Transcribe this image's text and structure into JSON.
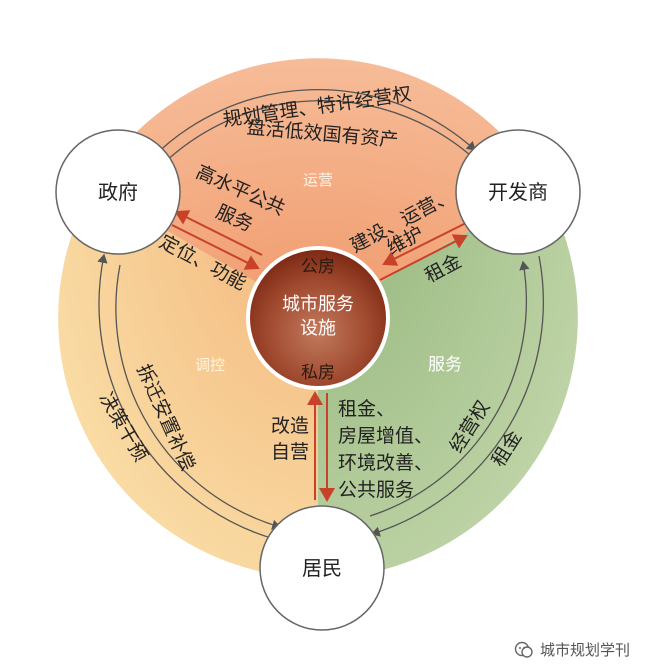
{
  "nodes": {
    "government": "政府",
    "developer": "开发商",
    "residents": "居民",
    "center_line1": "城市服务",
    "center_line2": "设施",
    "public_housing": "公房",
    "private_housing": "私房"
  },
  "sectors": {
    "operation": "运营",
    "regulation": "调控",
    "service": "服务"
  },
  "labels": {
    "top_outer": "规划管理、特许经营权",
    "top_inner": "盘活低效国有资产",
    "gov_center_1": "高水平公共",
    "gov_center_2": "服务",
    "gov_center_3": "定位、功能",
    "dev_center_1": "建设、运营、",
    "dev_center_2": "维护",
    "dev_center_3": "租金",
    "left_inner": "拆迁安置补偿",
    "left_outer": "决策干预",
    "res_center_a1": "改造",
    "res_center_a2": "自营",
    "res_center_b1": "租金、",
    "res_center_b2": "房屋增值、",
    "res_center_b3": "环境改善、",
    "res_center_b4": "公共服务",
    "right_inner": "经营权",
    "right_outer": "租金"
  },
  "watermark": "城市规划学刊",
  "colors": {
    "operation_fill": "#f4b08a",
    "regulation_fill": "#f7d396",
    "service_fill": "#a9c48f",
    "center_dark": "#8a2e18",
    "arrow_red": "#c8422a",
    "arrow_gray": "#555555"
  }
}
